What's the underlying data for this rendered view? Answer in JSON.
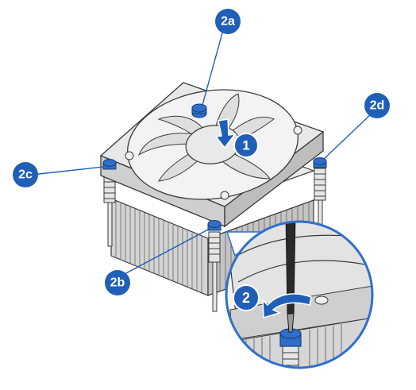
{
  "callouts": {
    "screw_a": "2a",
    "screw_b": "2b",
    "screw_c": "2c",
    "screw_d": "2d"
  },
  "steps": {
    "step_1": "1",
    "step_2": "2"
  },
  "colors": {
    "callout_blue": "#1f5fb8",
    "screw_blue": "#2f6fc9",
    "line_gray": "#3a3a3a",
    "metal_light": "#e4e4e4",
    "metal_mid": "#c9c9c9"
  }
}
